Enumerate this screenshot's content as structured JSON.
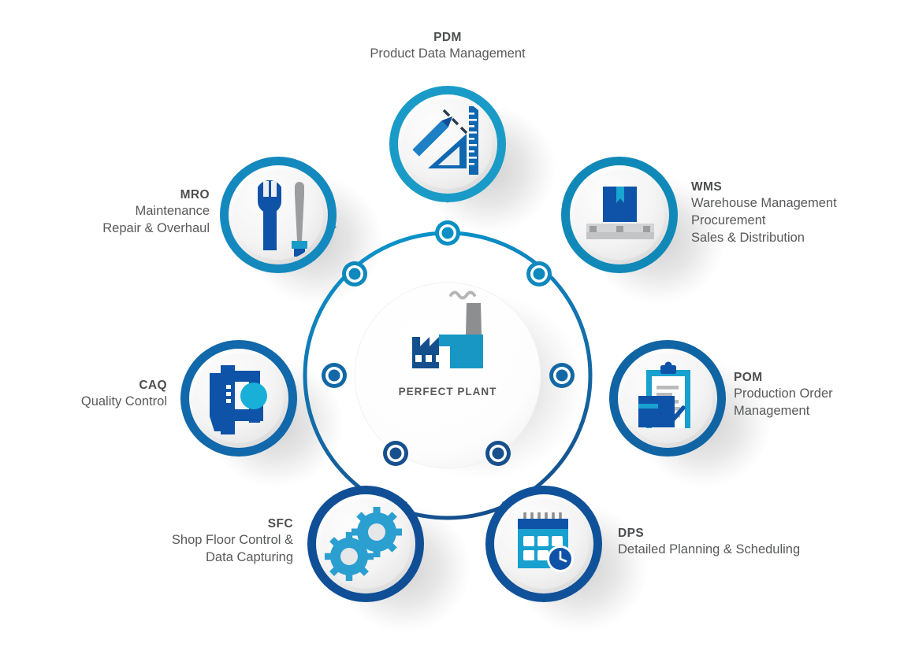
{
  "diagram": {
    "title": "Perfect Plant MES module wheel",
    "center": {
      "caption": "PERFECT PLANT",
      "icon": "factory-icon"
    },
    "colors": {
      "cyan": "#1a9bc7",
      "teal": "#1189b8",
      "mid_blue": "#1668a8",
      "deep_blue": "#0f4c8a",
      "dark_blue": "#17508c",
      "icon_blue": "#0c4f9e",
      "icon_cyan": "#18a5cf",
      "gray": "#8d8e90",
      "text": "#58595b",
      "ring_top": "#0e8fc4",
      "ring_bottom": "#15538f"
    },
    "nodes": [
      {
        "id": "n-top",
        "name": "connector-node-top",
        "color": "#0b8fc4"
      },
      {
        "id": "n-upper-left",
        "name": "connector-node-upper-left",
        "color": "#0f8cc0"
      },
      {
        "id": "n-upper-right",
        "name": "connector-node-upper-right",
        "color": "#0f8cc0"
      },
      {
        "id": "n-left",
        "name": "connector-node-left",
        "color": "#1268a6"
      },
      {
        "id": "n-right",
        "name": "connector-node-right",
        "color": "#1268a6"
      },
      {
        "id": "n-lower-left",
        "name": "connector-node-lower-left",
        "color": "#17508c"
      },
      {
        "id": "n-lower-right",
        "name": "connector-node-lower-right",
        "color": "#17508c"
      }
    ],
    "modules": [
      {
        "id": "pdm",
        "code": "PDM",
        "lines": [
          "Product Data Management"
        ],
        "icon": "ruler-pencil-set-square-icon",
        "bubble_color": "#1a9bc7",
        "tail": "down",
        "align": "center"
      },
      {
        "id": "wms",
        "code": "WMS",
        "lines": [
          "Warehouse Management",
          "Procurement",
          "Sales & Distribution"
        ],
        "icon": "box-on-conveyor-icon",
        "bubble_color": "#1189b8",
        "tail": "left",
        "align": "left"
      },
      {
        "id": "pom",
        "code": "POM",
        "lines": [
          "Production Order",
          "Management"
        ],
        "icon": "clipboard-check-box-icon",
        "bubble_color": "#1164a4",
        "tail": "left",
        "align": "left"
      },
      {
        "id": "dps",
        "code": "DPS",
        "lines": [
          "Detailed Planning & Scheduling"
        ],
        "icon": "calendar-clock-icon",
        "bubble_color": "#10529a",
        "tail": "up-left",
        "align": "left"
      },
      {
        "id": "sfc",
        "code": "SFC",
        "lines": [
          "Shop Floor Control &",
          "Data Capturing"
        ],
        "icon": "gears-icon",
        "bubble_color": "#104f96",
        "tail": "up-right",
        "align": "right"
      },
      {
        "id": "caq",
        "code": "CAQ",
        "lines": [
          "Quality Control"
        ],
        "icon": "caliper-icon",
        "bubble_color": "#1168aa",
        "tail": "right",
        "align": "right"
      },
      {
        "id": "mro",
        "code": "MRO",
        "lines": [
          "Maintenance",
          "Repair &  Overhaul"
        ],
        "icon": "wrench-screwdriver-icon",
        "bubble_color": "#1489bd",
        "tail": "right",
        "align": "right"
      }
    ]
  }
}
